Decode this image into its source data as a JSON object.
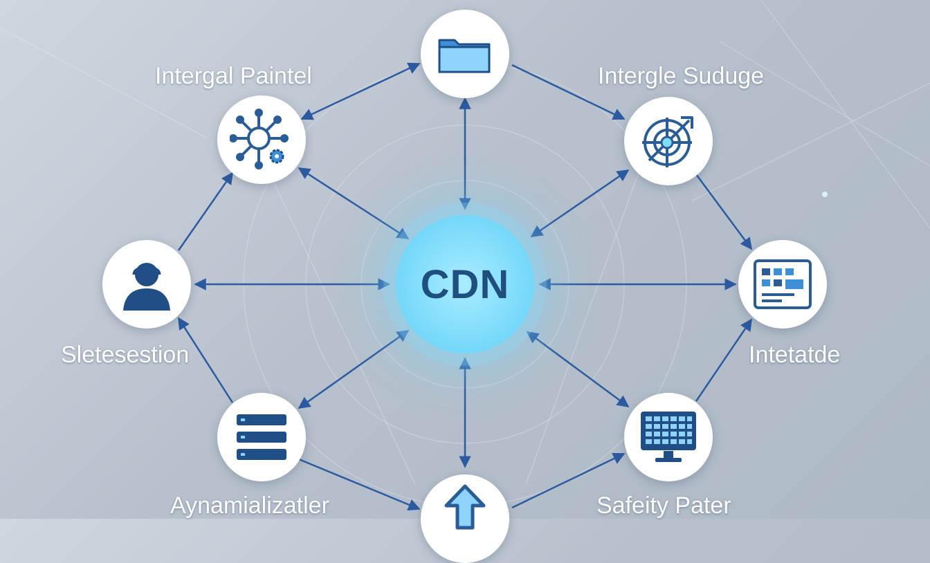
{
  "hub": {
    "label": "CDN"
  },
  "labels": {
    "top_left": "Intergal Paintel",
    "top_right": "Intergle Suduge",
    "left": "Sletesestion",
    "right": "Intetatde",
    "bottom_left": "Aynamializatler",
    "bottom_right": "Safeity Pater"
  },
  "nodes": [
    {
      "id": "top",
      "icon": "folder-icon"
    },
    {
      "id": "upper-left",
      "icon": "network-gear-icon"
    },
    {
      "id": "upper-right",
      "icon": "target-arrow-icon"
    },
    {
      "id": "left",
      "icon": "user-icon"
    },
    {
      "id": "right",
      "icon": "dashboard-icon"
    },
    {
      "id": "lower-left",
      "icon": "server-icon"
    },
    {
      "id": "lower-right",
      "icon": "monitor-grid-icon"
    },
    {
      "id": "bottom",
      "icon": "upload-arrow-icon"
    }
  ],
  "colors": {
    "accent": "#2c5aa0",
    "icon": "#2a5d96",
    "hub": "#7fdcfb",
    "hub_text": "#1f4f7f"
  }
}
